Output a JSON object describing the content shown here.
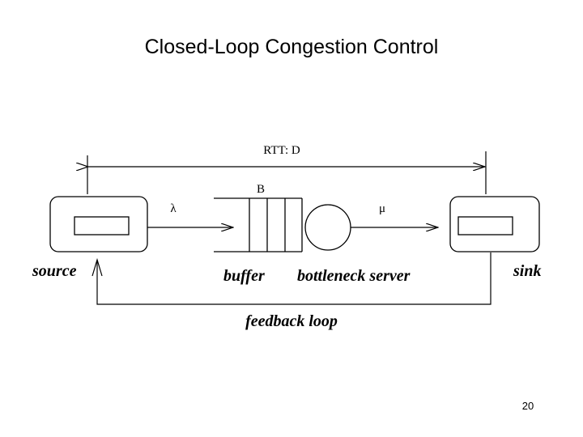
{
  "slide": {
    "title": "Closed-Loop Congestion Control",
    "page_number": "20"
  },
  "diagram": {
    "rtt_label": "RTT: D",
    "buffer_size_label": "B",
    "arrival_rate_label": "λ",
    "service_rate_label": "μ",
    "source_label": "source",
    "sink_label": "sink",
    "buffer_label": "buffer",
    "server_label": "bottleneck server",
    "feedback_label": "feedback loop"
  },
  "colors": {
    "stroke": "#000000",
    "background": "#ffffff"
  }
}
